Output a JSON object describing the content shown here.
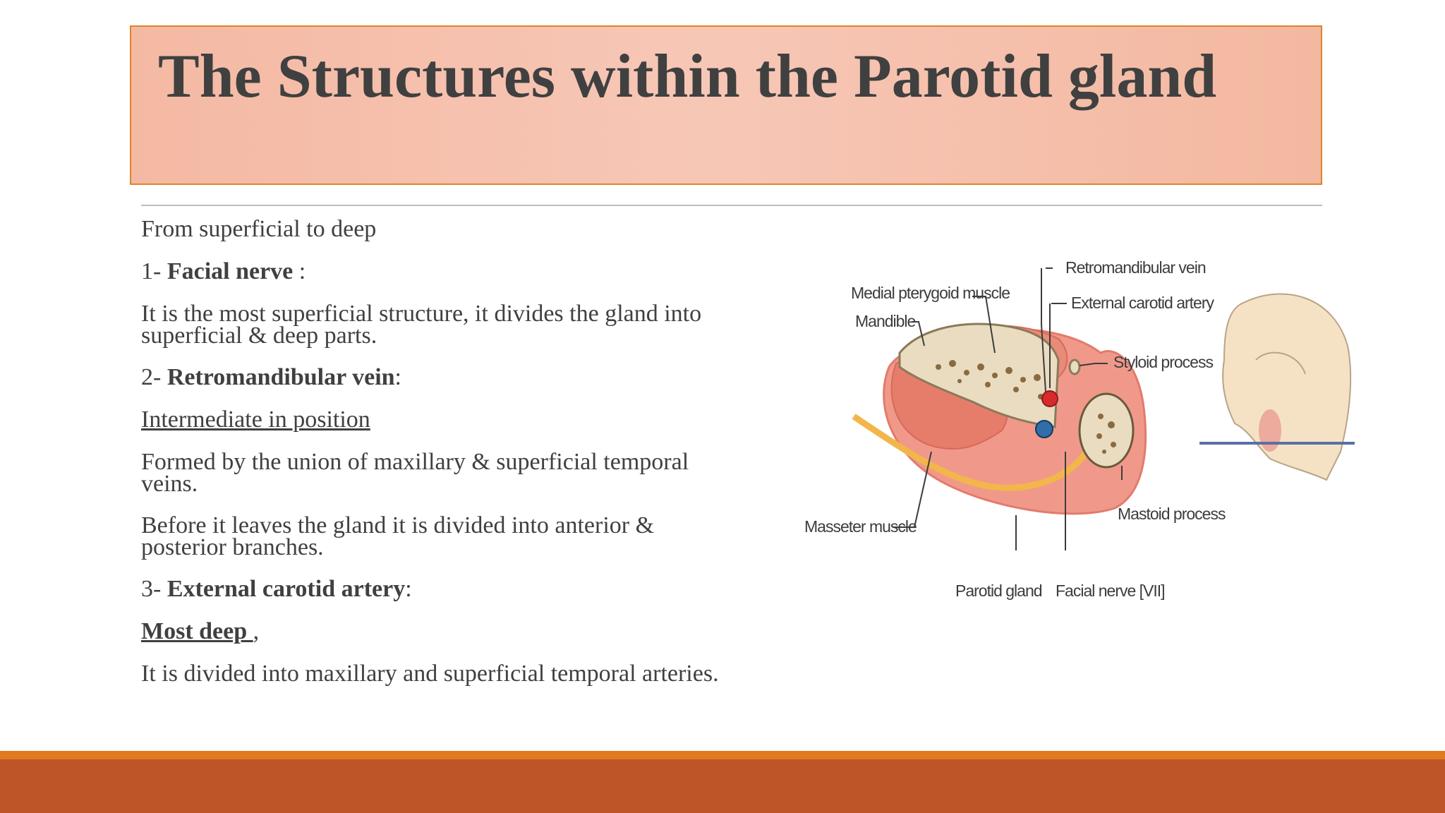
{
  "slide": {
    "title": "The Structures within the Parotid gland",
    "colors": {
      "title_bg": "#f6c0ab",
      "title_border": "#e0842a",
      "text": "#404040",
      "footer_stripe": "#e07a20",
      "footer_band": "#bd5528"
    }
  },
  "body": {
    "intro": "From superficial to deep",
    "item1": {
      "num": "1- ",
      "name": "Facial nerve",
      "suffix": " :"
    },
    "item1_desc_line1": "It is the most superficial structure, it divides the gland into",
    "item1_desc_line2": "superficial & deep parts.",
    "item2": {
      "num": "2- ",
      "name": "Retromandibular vein",
      "suffix": ":"
    },
    "item2_position": "Intermediate in position",
    "item2_desc1_line1": "Formed by the union of maxillary & superficial temporal",
    "item2_desc1_line2": "veins.",
    "item2_desc2_line1": "Before it leaves the gland it is divided into anterior &",
    "item2_desc2_line2": "posterior branches.",
    "item3": {
      "num": "3- ",
      "name": "External carotid artery",
      "suffix": ":"
    },
    "item3_position": "Most deep ",
    "item3_position_suffix": ",",
    "item3_desc": " It is divided into maxillary and superficial temporal arteries."
  },
  "figure": {
    "labels": {
      "retromandibular_vein": "Retromandibular vein",
      "medial_pterygoid": "Medial pterygoid muscle",
      "external_carotid": "External carotid artery",
      "mandible": "Mandible",
      "styloid": "Styloid process",
      "masseter": "Masseter muscle",
      "mastoid": "Mastoid process",
      "parotid": "Parotid gland",
      "facial_nerve": "Facial nerve [VII]"
    }
  }
}
